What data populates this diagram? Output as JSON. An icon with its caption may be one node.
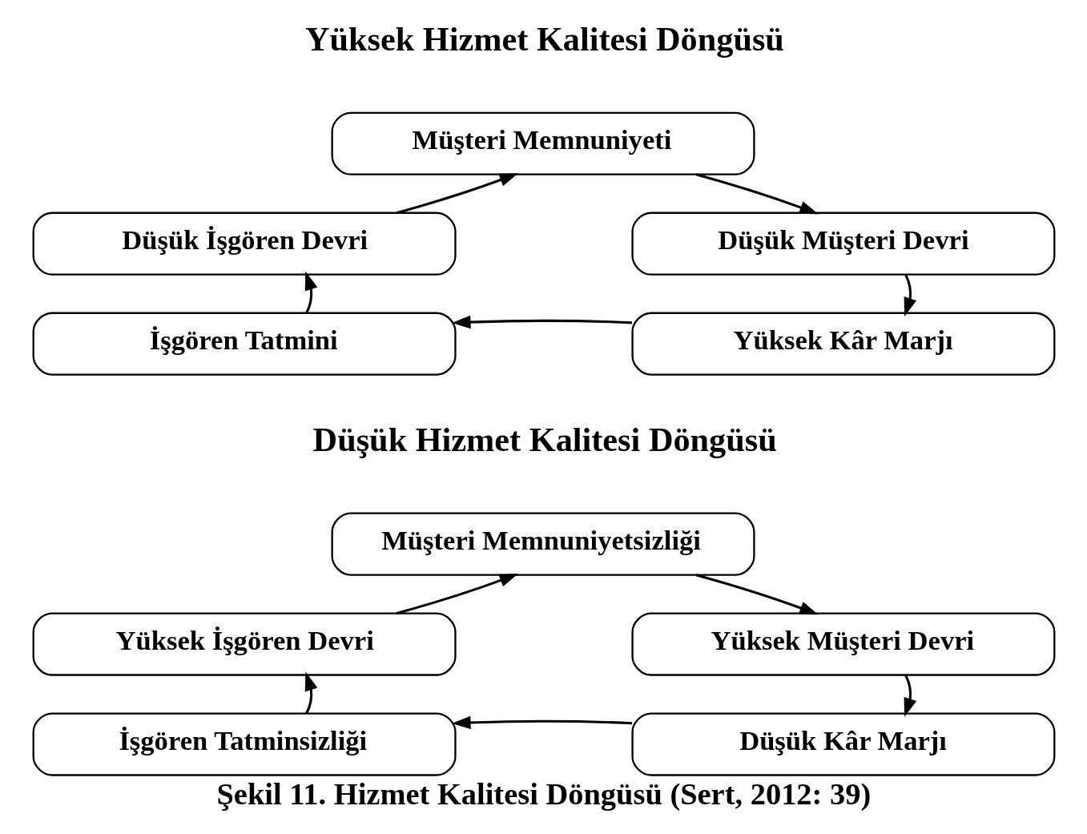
{
  "diagram": {
    "caption": "Şekil 11. Hizmet Kalitesi Döngüsü (Sert, 2012: 39)",
    "nodes": [
      {
        "text": [
          "Müşteri Memnuniyeti"
        ]
      },
      {
        "text": [
          "Düşük İşgören Devri"
        ]
      },
      {
        "text": [
          "Düşük Müşteri Devri"
        ]
      },
      {
        "text": [
          "İşgören Tatmini"
        ]
      },
      {
        "text": [
          "Yüksek Kâr Marjı"
        ]
      },
      {
        "text": [
          "Müşteri Memnuniyetsizliği"
        ]
      },
      {
        "text": [
          "Yüksek İşgören Devri"
        ]
      },
      {
        "text": [
          "Yüksek Müşteri Devri"
        ]
      },
      {
        "text": [
          "İşgören Tatminsizliği"
        ]
      },
      {
        "text": [
          "Düşük Kâr Marjı"
        ]
      }
    ],
    "edges": [
      {
        "from": 1,
        "to": 0,
        "arrow": "to"
      },
      {
        "from": 0,
        "to": 2,
        "arrow": "to"
      },
      {
        "from": 2,
        "to": 4,
        "arrow": "to"
      },
      {
        "from": 4,
        "to": 3,
        "arrow": "to"
      },
      {
        "from": 3,
        "to": 1,
        "arrow": "to"
      },
      {
        "from": 6,
        "to": 5,
        "arrow": "to"
      },
      {
        "from": 5,
        "to": 7,
        "arrow": "to"
      },
      {
        "from": 7,
        "to": 9,
        "arrow": "to"
      },
      {
        "from": 9,
        "to": 8,
        "arrow": "to"
      },
      {
        "from": 8,
        "to": 6,
        "arrow": "to"
      }
    ],
    "labels": [
      "Yüksek Hizmet Kalitesi Döngüsü",
      "Düşük Hizmet Kalitesi Döngüsü"
    ]
  }
}
